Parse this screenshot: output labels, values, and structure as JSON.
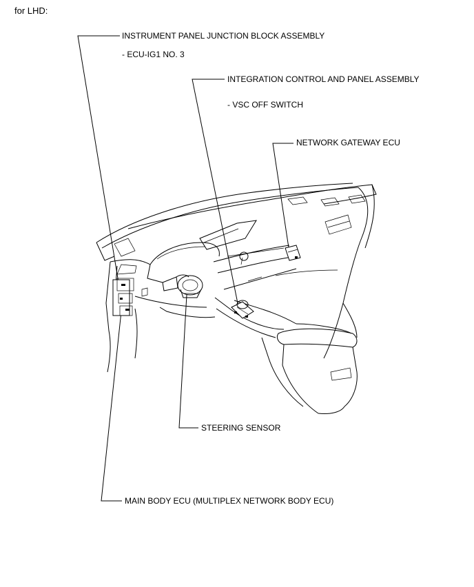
{
  "header": {
    "variant": "for LHD:"
  },
  "callouts": {
    "junction_block": {
      "title": "INSTRUMENT PANEL JUNCTION BLOCK ASSEMBLY",
      "sub": "- ECU-IG1 NO. 3"
    },
    "integration_control": {
      "title": "INTEGRATION CONTROL AND PANEL ASSEMBLY",
      "sub": "- VSC OFF SWITCH"
    },
    "network_gateway": {
      "title": "NETWORK GATEWAY ECU"
    },
    "steering_sensor": {
      "title": "STEERING SENSOR"
    },
    "main_body_ecu": {
      "title": "MAIN BODY ECU (MULTIPLEX NETWORK BODY ECU)"
    }
  }
}
